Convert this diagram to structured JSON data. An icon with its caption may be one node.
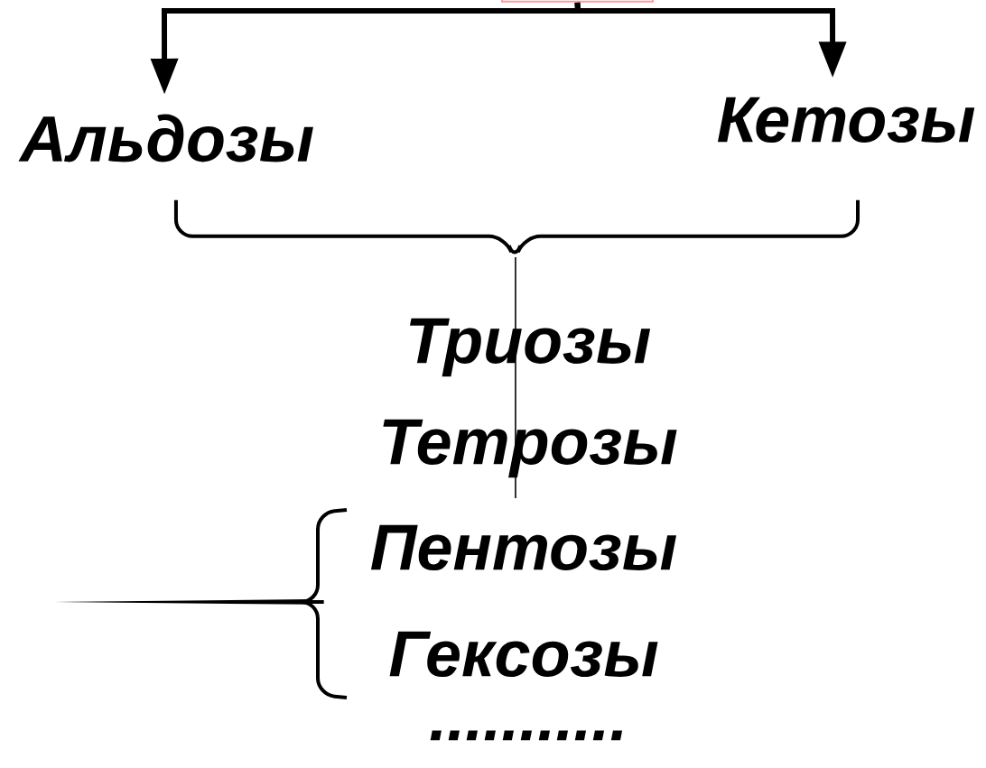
{
  "diagram": {
    "nodes": [
      {
        "text": [],
        "shape": "box"
      },
      {
        "text": [
          "Альдозы"
        ]
      },
      {
        "text": [
          "Кетозы"
        ]
      },
      {
        "text": [
          "Триозы"
        ]
      },
      {
        "text": [
          "Тетрозы"
        ]
      },
      {
        "text": [
          "Пентозы"
        ]
      },
      {
        "text": [
          "Гексозы"
        ]
      }
    ],
    "edges": [
      {
        "from": 0,
        "to": 1,
        "arrow": "to"
      },
      {
        "from": 0,
        "to": 2,
        "arrow": "to"
      }
    ],
    "labels": [
      "..........."
    ]
  }
}
